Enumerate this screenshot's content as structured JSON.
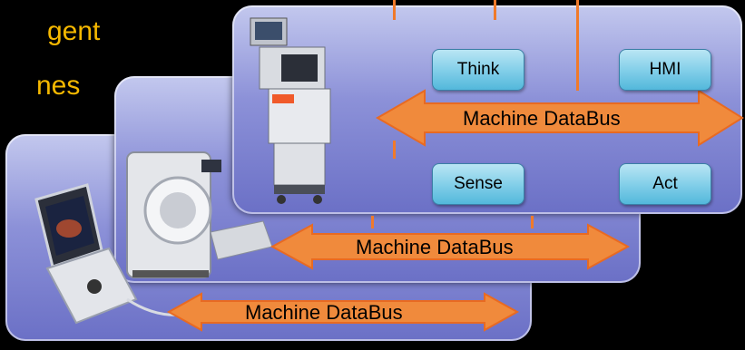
{
  "heading": {
    "line1": "gent",
    "line2": "nes"
  },
  "colors": {
    "heading_text": "#f5b800",
    "panel": "#8c91d8",
    "box": "#7fcde8",
    "bus_arrow": "#f08a3c",
    "wire": "#f07a2a"
  },
  "top_panel": {
    "boxes": {
      "think": "Think",
      "hmi": "HMI",
      "sense": "Sense",
      "act": "Act"
    },
    "bus_label": "Machine DataBus"
  },
  "middle_panel": {
    "bus_label": "Machine DataBus"
  },
  "bottom_panel": {
    "bus_label": "Machine DataBus"
  }
}
